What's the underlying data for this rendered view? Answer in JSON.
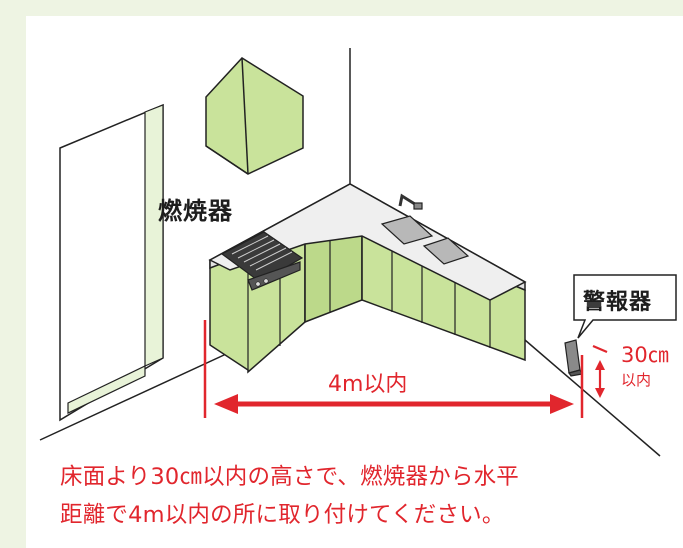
{
  "labels": {
    "burner": "燃焼器",
    "alarm": "警報器",
    "distance": "4m以内",
    "height_value": "30㎝",
    "height_note": "以内"
  },
  "instructions": [
    "床面より30㎝以内の高さで、燃焼器から水平",
    "距離で4m以内の所に取り付けてください。"
  ],
  "colors": {
    "accent_red": "#e1262d",
    "cabinet_green": "#c9e39b",
    "text_dark": "#1e1e1e"
  }
}
